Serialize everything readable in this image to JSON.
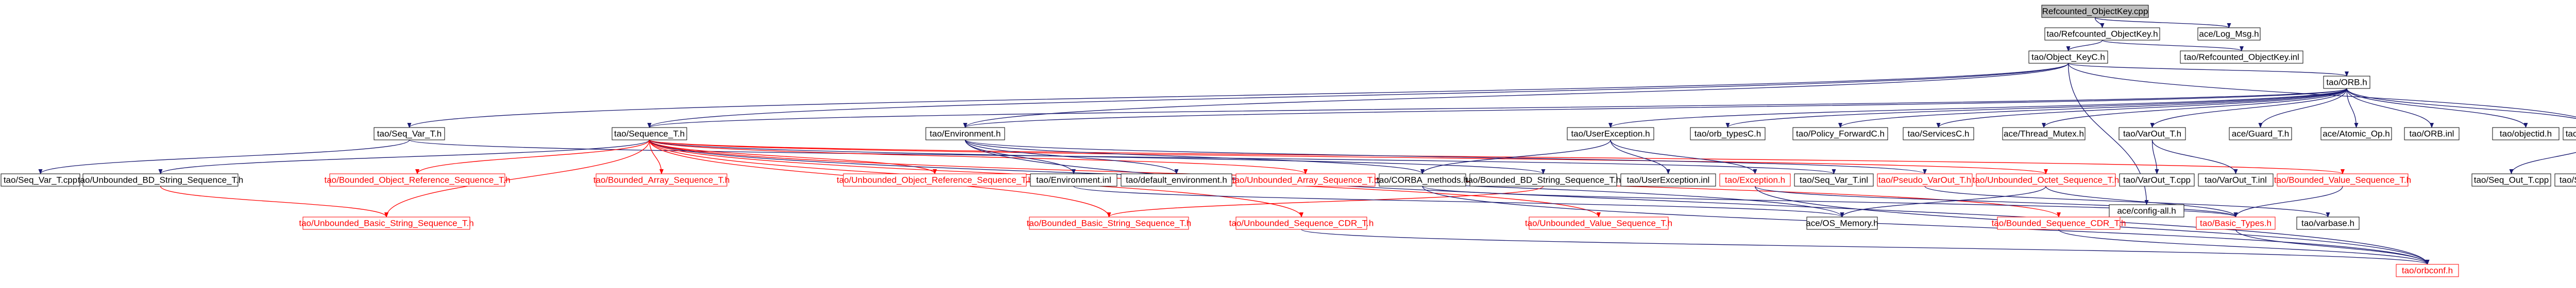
{
  "colors": {
    "background": "#ffffff",
    "edge": "#191970",
    "edge_red": "#ff0000",
    "node_border": "#000000",
    "node_border_red": "#ff0000",
    "root_fill": "#bfbfbf",
    "node_fill": "#ffffff",
    "text": "#000000",
    "text_red": "#ff0000"
  },
  "nodes": [
    {
      "id": "n0",
      "label": "Refcounted_ObjectKey.cpp",
      "kind": "root"
    },
    {
      "id": "n1",
      "label": "tao/Refcounted_ObjectKey.h",
      "kind": "normal"
    },
    {
      "id": "n2",
      "label": "ace/Log_Msg.h",
      "kind": "normal"
    },
    {
      "id": "n3",
      "label": "tao/Object_KeyC.h",
      "kind": "normal"
    },
    {
      "id": "n4",
      "label": "tao/Refcounted_ObjectKey.inl",
      "kind": "normal"
    },
    {
      "id": "n5",
      "label": "tao/ORB.h",
      "kind": "normal"
    },
    {
      "id": "n6",
      "label": "tao/Seq_Var_T.h",
      "kind": "normal"
    },
    {
      "id": "n7",
      "label": "tao/Sequence_T.h",
      "kind": "normal"
    },
    {
      "id": "n8",
      "label": "tao/Environment.h",
      "kind": "normal"
    },
    {
      "id": "n9",
      "label": "tao/UserException.h",
      "kind": "normal"
    },
    {
      "id": "n10",
      "label": "tao/orb_typesC.h",
      "kind": "normal"
    },
    {
      "id": "n11",
      "label": "tao/Policy_ForwardC.h",
      "kind": "normal"
    },
    {
      "id": "n12",
      "label": "tao/ServicesC.h",
      "kind": "normal"
    },
    {
      "id": "n13",
      "label": "ace/Thread_Mutex.h",
      "kind": "normal"
    },
    {
      "id": "n14",
      "label": "tao/VarOut_T.h",
      "kind": "normal"
    },
    {
      "id": "n15",
      "label": "ace/Guard_T.h",
      "kind": "normal"
    },
    {
      "id": "n16",
      "label": "ace/Atomic_Op.h",
      "kind": "normal"
    },
    {
      "id": "n17",
      "label": "tao/ORB.inl",
      "kind": "normal"
    },
    {
      "id": "n18",
      "label": "tao/objectid.h",
      "kind": "normal"
    },
    {
      "id": "n19",
      "label": "tao/Seq_Out_T.h",
      "kind": "normal"
    },
    {
      "id": "n20",
      "label": "tao/Seq_Var_T.cpp",
      "kind": "normal"
    },
    {
      "id": "n21",
      "label": "tao/Unbounded_BD_String_Sequence_T.h",
      "kind": "normal"
    },
    {
      "id": "n22",
      "label": "tao/Bounded_Object_Reference_Sequence_T.h",
      "kind": "truncated"
    },
    {
      "id": "n23",
      "label": "tao/Bounded_Array_Sequence_T.h",
      "kind": "truncated"
    },
    {
      "id": "n24",
      "label": "tao/Unbounded_Object_Reference_Sequence_T.h",
      "kind": "truncated"
    },
    {
      "id": "n25",
      "label": "tao/Unbounded_Array_Sequence_T.h",
      "kind": "truncated"
    },
    {
      "id": "n26",
      "label": "tao/Bounded_BD_String_Sequence_T.h",
      "kind": "normal"
    },
    {
      "id": "n27",
      "label": "tao/Seq_Var_T.inl",
      "kind": "normal"
    },
    {
      "id": "n28",
      "label": "tao/Unbounded_Octet_Sequence_T.h",
      "kind": "truncated"
    },
    {
      "id": "n29",
      "label": "tao/Bounded_Value_Sequence_T.h",
      "kind": "truncated"
    },
    {
      "id": "n30",
      "label": "tao/Environment.inl",
      "kind": "normal"
    },
    {
      "id": "n31",
      "label": "tao/default_environment.h",
      "kind": "normal"
    },
    {
      "id": "n32",
      "label": "tao/CORBA_methods.h",
      "kind": "normal"
    },
    {
      "id": "n33",
      "label": "tao/UserException.inl",
      "kind": "normal"
    },
    {
      "id": "n34",
      "label": "tao/Exception.h",
      "kind": "truncated"
    },
    {
      "id": "n35",
      "label": "tao/Pseudo_VarOut_T.h",
      "kind": "truncated"
    },
    {
      "id": "n36",
      "label": "tao/VarOut_T.cpp",
      "kind": "normal"
    },
    {
      "id": "n37",
      "label": "tao/VarOut_T.inl",
      "kind": "normal"
    },
    {
      "id": "n38",
      "label": "ace/config-all.h",
      "kind": "normal"
    },
    {
      "id": "n39",
      "label": "tao/Seq_Out_T.cpp",
      "kind": "normal"
    },
    {
      "id": "n40",
      "label": "tao/Seq_Out_T.inl",
      "kind": "normal"
    },
    {
      "id": "n41",
      "label": "tao/Unbounded_Basic_String_Sequence_T.h",
      "kind": "truncated"
    },
    {
      "id": "n42",
      "label": "tao/Bounded_Basic_String_Sequence_T.h",
      "kind": "truncated"
    },
    {
      "id": "n43",
      "label": "tao/Unbounded_Sequence_CDR_T.h",
      "kind": "truncated"
    },
    {
      "id": "n44",
      "label": "tao/Unbounded_Value_Sequence_T.h",
      "kind": "truncated"
    },
    {
      "id": "n45",
      "label": "ace/OS_Memory.h",
      "kind": "normal"
    },
    {
      "id": "n46",
      "label": "tao/Bounded_Sequence_CDR_T.h",
      "kind": "truncated"
    },
    {
      "id": "n47",
      "label": "tao/Basic_Types.h",
      "kind": "truncated"
    },
    {
      "id": "n48",
      "label": "tao/varbase.h",
      "kind": "normal"
    },
    {
      "id": "n49",
      "label": "tao/orbconf.h",
      "kind": "truncated"
    }
  ],
  "edges": [
    [
      "n0",
      "n1"
    ],
    [
      "n0",
      "n2"
    ],
    [
      "n1",
      "n3"
    ],
    [
      "n1",
      "n4"
    ],
    [
      "n3",
      "n5"
    ],
    [
      "n3",
      "n6"
    ],
    [
      "n3",
      "n7"
    ],
    [
      "n3",
      "n8"
    ],
    [
      "n3",
      "n19"
    ],
    [
      "n3",
      "n38"
    ],
    [
      "n5",
      "n7"
    ],
    [
      "n5",
      "n9"
    ],
    [
      "n5",
      "n10"
    ],
    [
      "n5",
      "n11"
    ],
    [
      "n5",
      "n12"
    ],
    [
      "n5",
      "n13"
    ],
    [
      "n5",
      "n14"
    ],
    [
      "n5",
      "n15"
    ],
    [
      "n5",
      "n16"
    ],
    [
      "n5",
      "n17"
    ],
    [
      "n5",
      "n18"
    ],
    [
      "n5",
      "n19"
    ],
    [
      "n5",
      "n8"
    ],
    [
      "n6",
      "n20"
    ],
    [
      "n6",
      "n27"
    ],
    [
      "n7",
      "n21"
    ],
    [
      "n7",
      "n22"
    ],
    [
      "n7",
      "n23"
    ],
    [
      "n7",
      "n24"
    ],
    [
      "n7",
      "n25"
    ],
    [
      "n7",
      "n26"
    ],
    [
      "n7",
      "n28"
    ],
    [
      "n7",
      "n29"
    ],
    [
      "n7",
      "n43"
    ],
    [
      "n7",
      "n44"
    ],
    [
      "n7",
      "n46"
    ],
    [
      "n7",
      "n45"
    ],
    [
      "n7",
      "n41"
    ],
    [
      "n7",
      "n42"
    ],
    [
      "n8",
      "n30"
    ],
    [
      "n8",
      "n31"
    ],
    [
      "n8",
      "n32"
    ],
    [
      "n8",
      "n35"
    ],
    [
      "n8",
      "n49"
    ],
    [
      "n9",
      "n32"
    ],
    [
      "n9",
      "n33"
    ],
    [
      "n9",
      "n34"
    ],
    [
      "n14",
      "n36"
    ],
    [
      "n14",
      "n37"
    ],
    [
      "n19",
      "n39"
    ],
    [
      "n19",
      "n40"
    ],
    [
      "n21",
      "n41"
    ],
    [
      "n26",
      "n42"
    ],
    [
      "n28",
      "n45"
    ],
    [
      "n28",
      "n47"
    ],
    [
      "n29",
      "n47"
    ],
    [
      "n30",
      "n45"
    ],
    [
      "n32",
      "n47"
    ],
    [
      "n32",
      "n49"
    ],
    [
      "n34",
      "n47"
    ],
    [
      "n34",
      "n49"
    ],
    [
      "n35",
      "n48"
    ],
    [
      "n43",
      "n49"
    ],
    [
      "n46",
      "n49"
    ],
    [
      "n47",
      "n49"
    ]
  ]
}
